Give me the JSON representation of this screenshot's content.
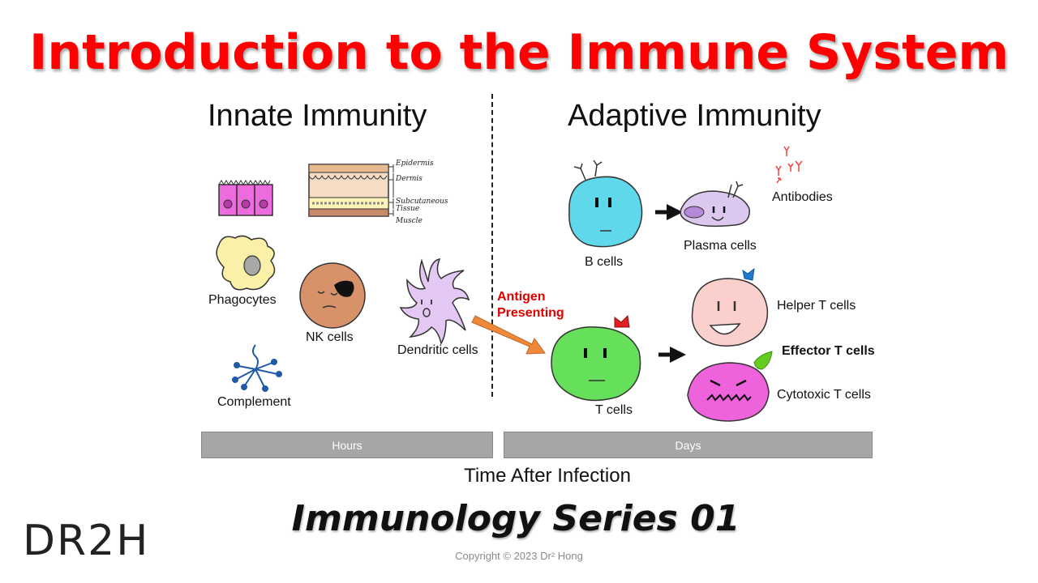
{
  "title": "Introduction to the Immune System",
  "innate": {
    "title": "Innate Immunity",
    "skin_labels": [
      "Epidermis",
      "Dermis",
      "Subcutaneous Tissue",
      "Muscle"
    ],
    "cells": {
      "phagocytes": "Phagocytes",
      "nk_cells": "NK cells",
      "dendritic_cells": "Dendritic cells",
      "complement": "Complement"
    }
  },
  "adaptive": {
    "title": "Adaptive Immunity",
    "cells": {
      "b_cells": "B cells",
      "plasma_cells": "Plasma cells",
      "antibodies": "Antibodies",
      "t_cells": "T cells",
      "helper_t_cells": "Helper T cells",
      "effector_t_cells": "Effector T cells",
      "cytotoxic_t_cells": "Cytotoxic T cells"
    },
    "antigen_line1": "Antigen",
    "antigen_line2": "Presenting"
  },
  "timeline": {
    "hours": "Hours",
    "days": "Days",
    "axis_label": "Time After Infection"
  },
  "series": "Immunology Series 01",
  "copyright": "Copyright © 2023 Dr² Hong",
  "logo": "DR2H",
  "colors": {
    "title_red": "#ff0000",
    "bar_gray": "#a6a6a6",
    "b_cell": "#5fd8ec",
    "plasma_cell": "#dcc8ee",
    "t_cell": "#66e05a",
    "helper_t_cell": "#fbd0cc",
    "cytotoxic_t_cell": "#ee62dc",
    "nk_cell": "#d8926a",
    "dendritic_cell": "#e3c8f3",
    "phagocyte": "#fbf0a8",
    "complement": "#1f5aa8",
    "arrow_orange": "#f0883a"
  }
}
